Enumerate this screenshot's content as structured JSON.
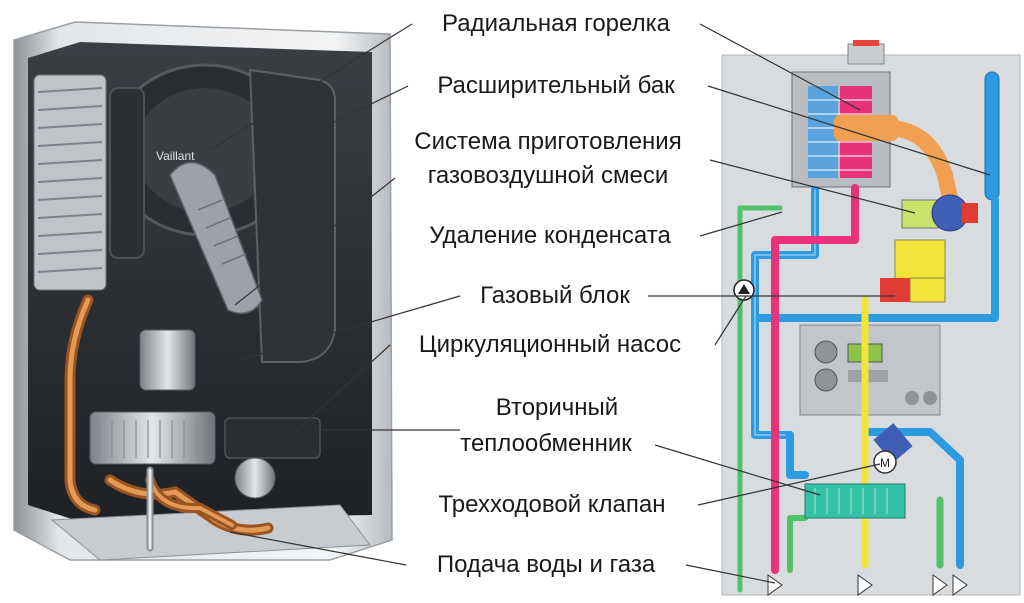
{
  "labels": {
    "burner": "Радиальная горелка",
    "tank": "Расширительный бак",
    "mix_line1": "Система приготовления",
    "mix_line2": "газовоздушной смеси",
    "condensate": "Удаление конденсата",
    "gas_block": "Газовый блок",
    "pump": "Циркуляционный насос",
    "secondary_line1": "Вторичный",
    "secondary_line2": "теплообменник",
    "valve": "Трехходовой клапан",
    "supply": "Подача воды и газа"
  },
  "photo": {
    "brand": "Vaillant"
  },
  "colors": {
    "cold_water": "#2e9be0",
    "hot_water": "#e8327a",
    "gas": "#f2e43a",
    "condensate_line": "#4fc26a",
    "flue": "#f0a050",
    "casing": "#d9dcdf",
    "leader_line": "#333333"
  }
}
